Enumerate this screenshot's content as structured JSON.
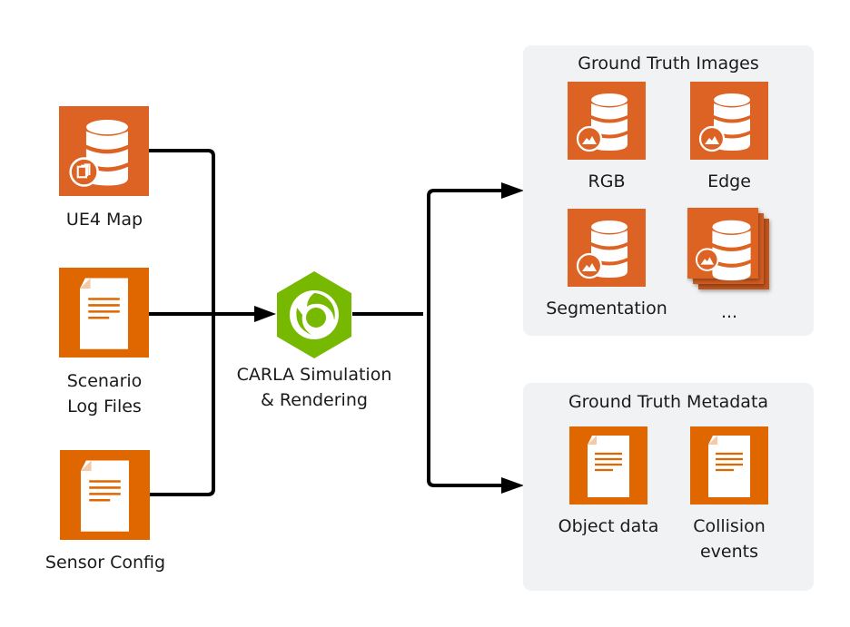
{
  "colors": {
    "database_tile": "#DD6324",
    "document_tile": "#E06600",
    "stack_shadow": "#B94E18",
    "carla_green": "#76B900",
    "panel_bg": "#F1F2F4",
    "connector": "#000000"
  },
  "inputs": [
    {
      "id": "ue4-map",
      "label": "UE4 Map",
      "icon": "database-layers-icon"
    },
    {
      "id": "scenario-log-files",
      "label_lines": [
        "Scenario",
        "Log Files"
      ],
      "icon": "document-icon"
    },
    {
      "id": "sensor-config",
      "label": "Sensor Config",
      "icon": "document-icon"
    }
  ],
  "process": {
    "label_lines": [
      "CARLA Simulation",
      "& Rendering"
    ],
    "icon": "carla-hexagon-logo-icon"
  },
  "outputs": {
    "images": {
      "title": "Ground Truth Images",
      "items": [
        {
          "label": "RGB",
          "icon": "database-image-icon"
        },
        {
          "label": "Edge",
          "icon": "database-image-icon"
        },
        {
          "label": "Segmentation",
          "icon": "database-image-icon"
        },
        {
          "label": "...",
          "icon": "database-image-stack-icon"
        }
      ]
    },
    "metadata": {
      "title": "Ground Truth Metadata",
      "items": [
        {
          "label": "Object data",
          "icon": "document-icon"
        },
        {
          "label_lines": [
            "Collision",
            "events"
          ],
          "icon": "document-icon"
        }
      ]
    }
  }
}
